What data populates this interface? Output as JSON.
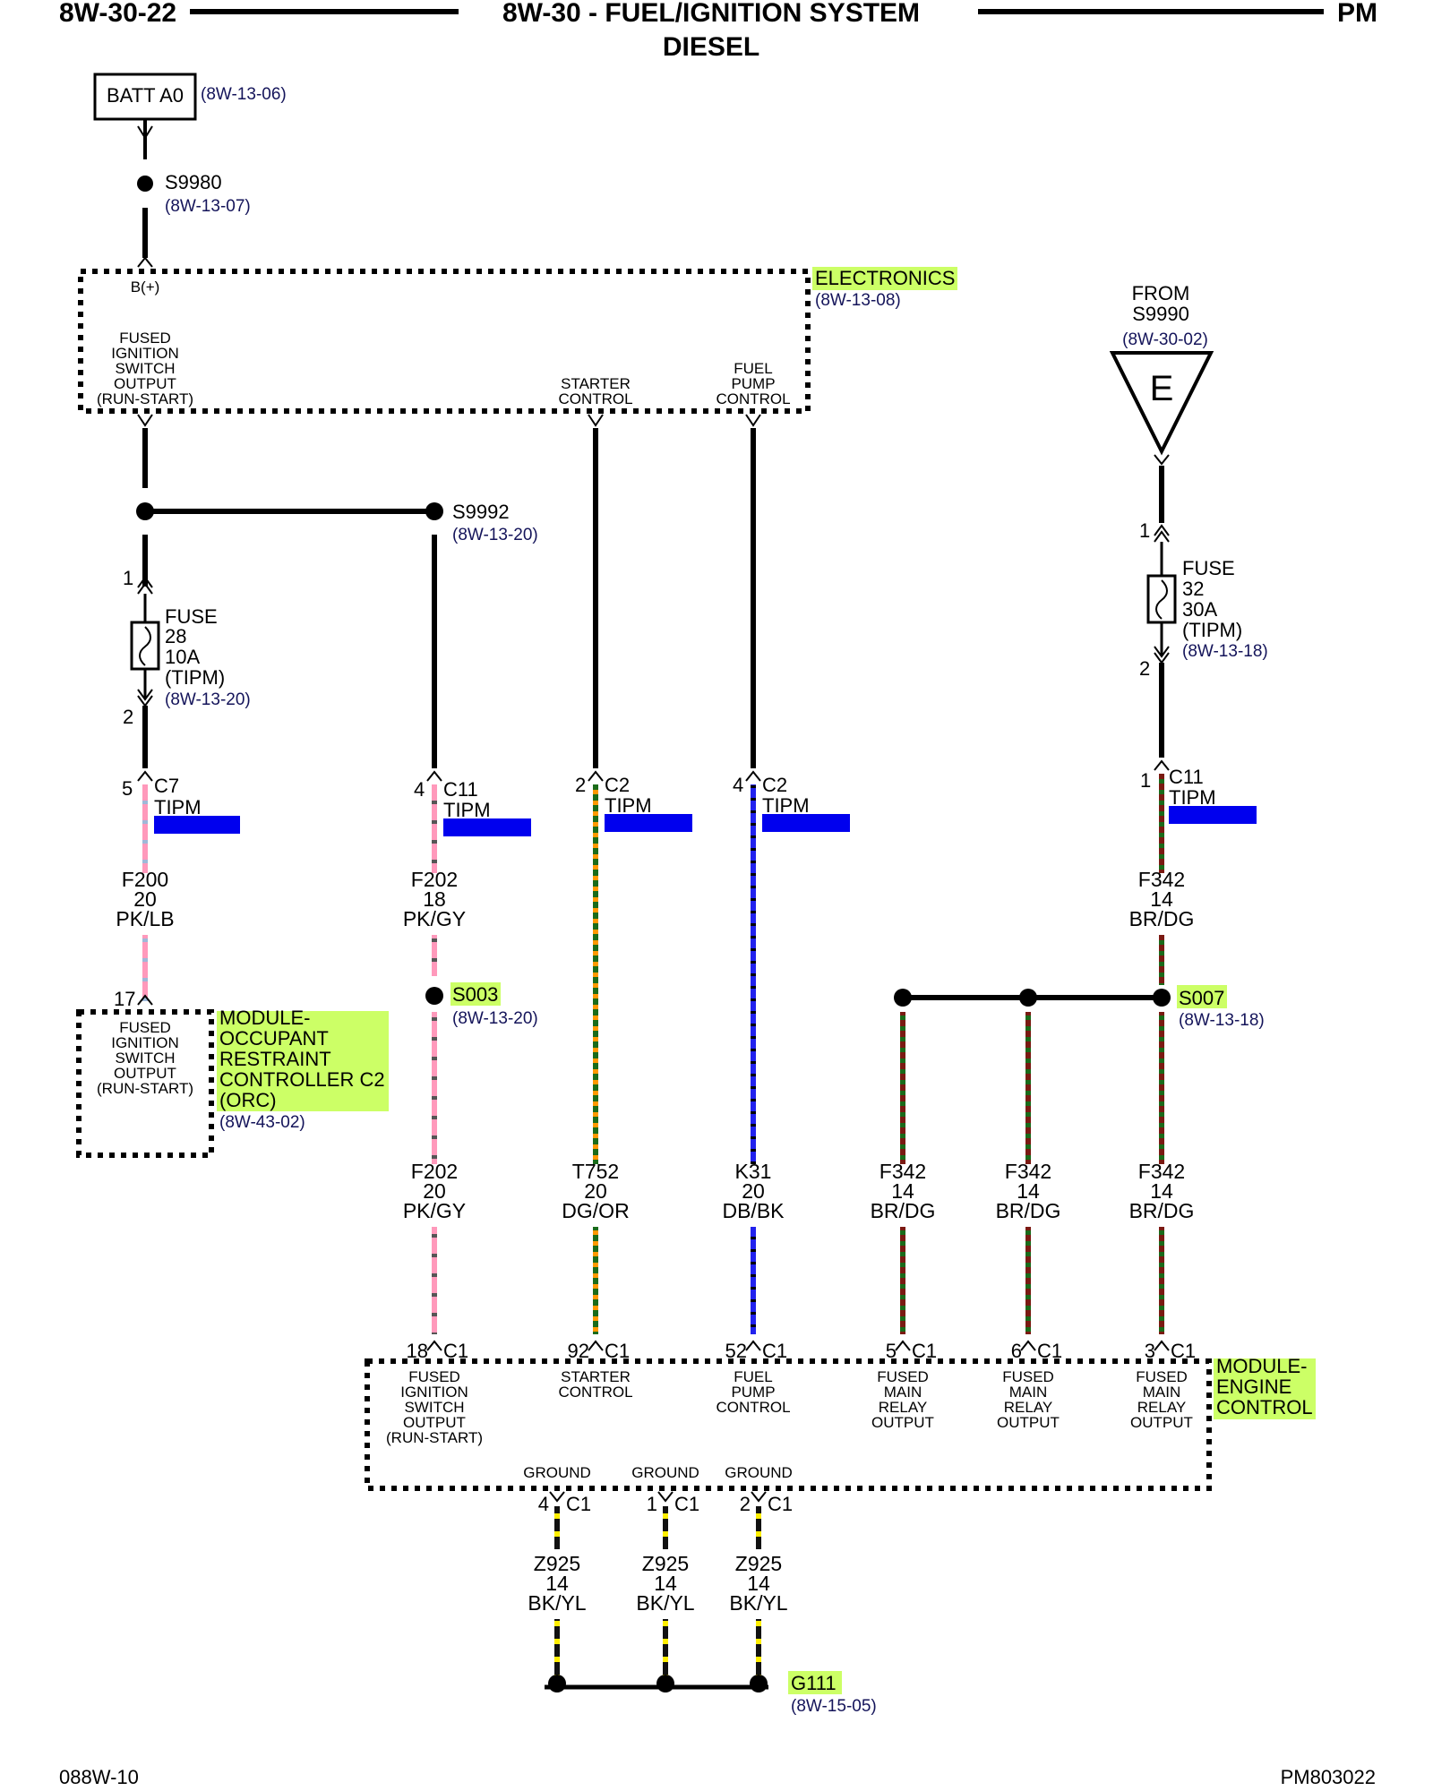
{
  "header": {
    "page_id": "8W-30-22",
    "title": "8W-30 - FUEL/IGNITION SYSTEM",
    "subtitle": "DIESEL",
    "section": "PM"
  },
  "footer": {
    "left": "088W-10",
    "right": "PM803022"
  },
  "batt": {
    "label": "BATT A0",
    "ref": "(8W-13-06)"
  },
  "s9980": {
    "label": "S9980",
    "ref": "(8W-13-07)"
  },
  "electronics": {
    "name": "ELECTRONICS",
    "ref": "(8W-13-08)",
    "bplus": "B(+)",
    "pin_fused": [
      "FUSED",
      "IGNITION",
      "SWITCH",
      "OUTPUT",
      "(RUN-START)"
    ],
    "pin_starter": [
      "STARTER",
      "CONTROL"
    ],
    "pin_fuelpump": [
      "FUEL",
      "PUMP",
      "CONTROL"
    ]
  },
  "s9992": {
    "label": "S9992",
    "ref": "(8W-13-20)"
  },
  "fuse28": {
    "pin1": "1",
    "pin2": "2",
    "lines": [
      "FUSE",
      "28",
      "10A",
      "(TIPM)"
    ],
    "ref": "(8W-13-20)"
  },
  "from_s9990": {
    "from": "FROM",
    "splice": "S9990",
    "ref": "(8W-30-02)",
    "letter": "E"
  },
  "fuse32": {
    "pin1": "1",
    "pin2": "2",
    "lines": [
      "FUSE",
      "32",
      "30A",
      "(TIPM)"
    ],
    "ref": "(8W-13-18)"
  },
  "connectors": {
    "c7": {
      "pin": "5",
      "name": "C7",
      "module": "TIPM"
    },
    "c11a": {
      "pin": "4",
      "name": "C11",
      "module": "TIPM"
    },
    "c2a": {
      "pin": "2",
      "name": "C2",
      "module": "TIPM"
    },
    "c2b": {
      "pin": "4",
      "name": "C2",
      "module": "TIPM"
    },
    "c11b": {
      "pin": "1",
      "name": "C11",
      "module": "TIPM"
    }
  },
  "wires": {
    "f200": [
      "F200",
      "20",
      "PK/LB"
    ],
    "f202a": [
      "F202",
      "18",
      "PK/GY"
    ],
    "f202b": [
      "F202",
      "20",
      "PK/GY"
    ],
    "t752": [
      "T752",
      "20",
      "DG/OR"
    ],
    "k31": [
      "K31",
      "20",
      "DB/BK"
    ],
    "f342top": [
      "F342",
      "14",
      "BR/DG"
    ],
    "f342a": [
      "F342",
      "14",
      "BR/DG"
    ],
    "f342b": [
      "F342",
      "14",
      "BR/DG"
    ],
    "f342c": [
      "F342",
      "14",
      "BR/DG"
    ],
    "z925a": [
      "Z925",
      "14",
      "BK/YL"
    ],
    "z925b": [
      "Z925",
      "14",
      "BK/YL"
    ],
    "z925c": [
      "Z925",
      "14",
      "BK/YL"
    ]
  },
  "s003": {
    "label": "S003",
    "ref": "(8W-13-20)"
  },
  "s007": {
    "label": "S007",
    "ref": "(8W-13-18)"
  },
  "orc": {
    "pin": "17",
    "pin_text": [
      "FUSED",
      "IGNITION",
      "SWITCH",
      "OUTPUT",
      "(RUN-START)"
    ],
    "name": [
      "MODULE-",
      "OCCUPANT",
      "RESTRAINT",
      "CONTROLLER C2",
      "(ORC)"
    ],
    "ref": "(8W-43-02)"
  },
  "ecm": {
    "name": [
      "MODULE-",
      "ENGINE",
      "CONTROL"
    ],
    "connector": "C1",
    "pins": [
      {
        "num": "18",
        "text": [
          "FUSED",
          "IGNITION",
          "SWITCH",
          "OUTPUT",
          "(RUN-START)"
        ]
      },
      {
        "num": "92",
        "text": [
          "STARTER",
          "CONTROL"
        ]
      },
      {
        "num": "52",
        "text": [
          "FUEL",
          "PUMP",
          "CONTROL"
        ]
      },
      {
        "num": "5",
        "text": [
          "FUSED",
          "MAIN",
          "RELAY",
          "OUTPUT"
        ]
      },
      {
        "num": "6",
        "text": [
          "FUSED",
          "MAIN",
          "RELAY",
          "OUTPUT"
        ]
      },
      {
        "num": "3",
        "text": [
          "FUSED",
          "MAIN",
          "RELAY",
          "OUTPUT"
        ]
      }
    ],
    "grounds": [
      {
        "label": "GROUND",
        "pin": "4"
      },
      {
        "label": "GROUND",
        "pin": "1"
      },
      {
        "label": "GROUND",
        "pin": "2"
      }
    ]
  },
  "g111": {
    "label": "G111",
    "ref": "(8W-15-05)"
  },
  "colors": {
    "pink": "#ff99bb",
    "light_blue": "#9fb8d8",
    "gray": "#888888",
    "dark_green": "#1a6b1a",
    "orange": "#ff9900",
    "dark_blue": "#2222ee",
    "brown": "#7a1a12",
    "yellow": "#ffee00",
    "highlight": "#ccff66",
    "link_blue": "#0000ee"
  }
}
